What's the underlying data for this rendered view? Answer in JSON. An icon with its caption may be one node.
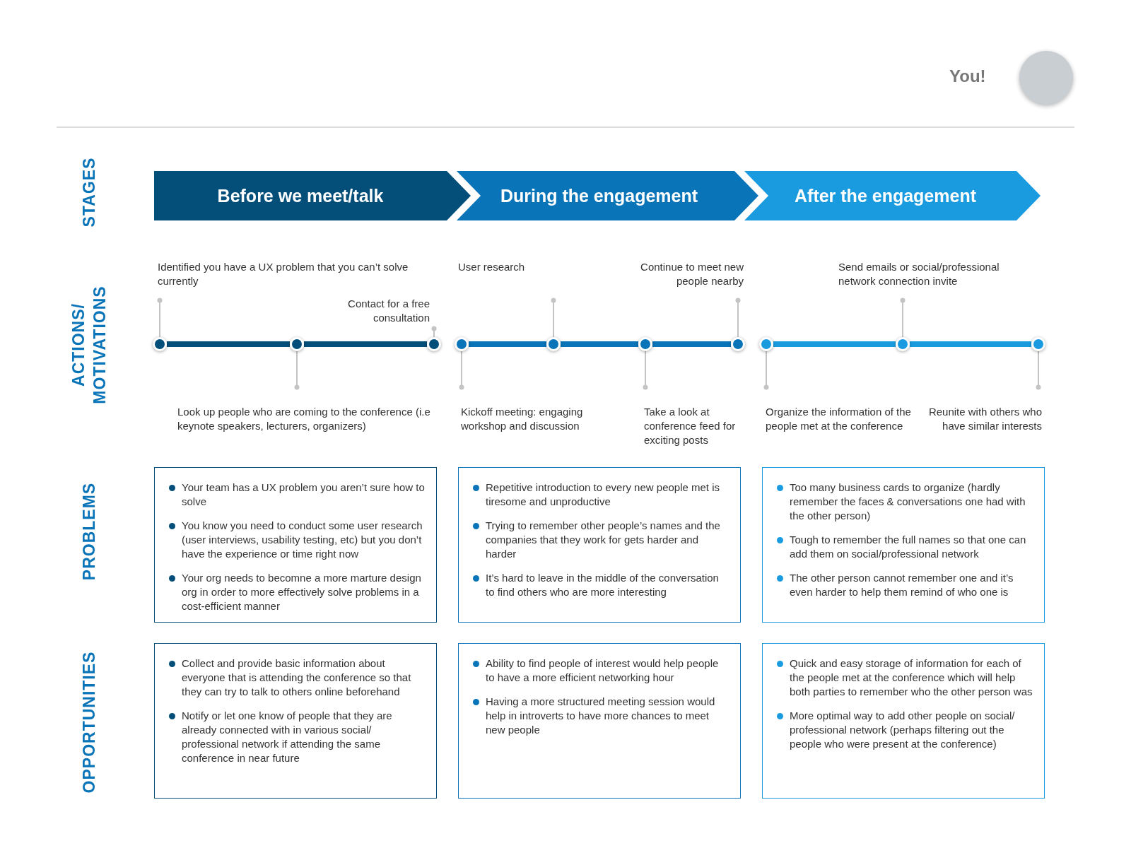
{
  "diagram": {
    "nodes": [
      {
        "text": [
          "Before we meet/talk"
        ]
      },
      {
        "text": [
          "During the engagement"
        ]
      },
      {
        "text": [
          "After the engagement"
        ]
      },
      {
        "text": [
          "Identified you have a UX problem that you can’t solve currently"
        ]
      },
      {
        "text": [
          "Look up people who are coming to the conference (i.e keynote speakers, lecturers, organizers)"
        ]
      },
      {
        "text": [
          "Contact for a free consultation"
        ]
      },
      {
        "text": [
          "Kickoff meeting: engaging workshop and discussion"
        ]
      },
      {
        "text": [
          "User research"
        ]
      },
      {
        "text": [
          "Take a look at conference feed for exciting posts"
        ]
      },
      {
        "text": [
          "Continue to meet new people nearby"
        ]
      },
      {
        "text": [
          "Organize the information of the people met at the conference"
        ]
      },
      {
        "text": [
          "Send emails or social/professional network connection invite"
        ]
      },
      {
        "text": [
          "Reunite with others who have similar interests"
        ]
      },
      {
        "text": [],
        "shape": "circle"
      },
      {
        "text": [],
        "shape": "circle"
      },
      {
        "text": [],
        "shape": "circle"
      },
      {
        "text": [],
        "shape": "circle"
      },
      {
        "text": [],
        "shape": "circle"
      },
      {
        "text": [],
        "shape": "circle"
      },
      {
        "text": [],
        "shape": "circle"
      },
      {
        "text": [],
        "shape": "circle"
      },
      {
        "text": [],
        "shape": "circle"
      },
      {
        "text": [],
        "shape": "circle"
      },
      {
        "text": [
          "Your team has a UX problem you aren’t sure how to solve",
          "You know you need to conduct some user research (user interviews, usability testing, etc) but you don’t have the experience or time right now",
          "Your org needs to becomne a more marture design org in order to more effectively solve problems in a cost-efficient manner"
        ]
      },
      {
        "text": [
          "Repetitive introduction to every new people met is tiresome and unproductive",
          "Trying to remember other people’s names and the companies that they work for gets harder and harder",
          "It’s hard to leave in the middle of the conversation to find others who are more interesting"
        ]
      },
      {
        "text": [
          "Too many business cards to organize (hardly remember the faces & conversations one had with the other person)",
          "Tough to remember the full names so that one can add them on social/professional network",
          "The other person cannot remember one and it’s even harder to help them remind of who one is"
        ]
      },
      {
        "text": [
          "Collect and provide basic information about everyone that is attending the conference so that they can try to talk to others online beforehand",
          "Notify or let one know of people that they are already connected with in various social/ professional network if attending the same conference in near future"
        ]
      },
      {
        "text": [
          "Ability to find people of interest would help people to have a more efficient networking hour",
          "Having a more structured meeting session would help in introverts to have more chances to meet new people"
        ]
      },
      {
        "text": [
          "Quick and easy storage of information for each of the people met at the conference which will help both parties to remember who the other person was",
          "More optimal way to add other people on social/ professional network (perhaps filtering out the people who were present at the conference)"
        ]
      }
    ],
    "edges": [
      {
        "from": 0,
        "to": 1,
        "arrow": "to",
        "color": "#034f7a"
      },
      {
        "from": 1,
        "to": 2,
        "arrow": "to",
        "color": "#0a74b8"
      },
      {
        "from": 3,
        "to": 13,
        "arrow": "other"
      },
      {
        "from": 4,
        "to": 14,
        "arrow": "other"
      },
      {
        "from": 5,
        "to": 15,
        "arrow": "other"
      },
      {
        "from": 6,
        "to": 16,
        "arrow": "other"
      },
      {
        "from": 7,
        "to": 17,
        "arrow": "other"
      },
      {
        "from": 8,
        "to": 18,
        "arrow": "other"
      },
      {
        "from": 9,
        "to": 19,
        "arrow": "other"
      },
      {
        "from": 10,
        "to": 20,
        "arrow": "other"
      },
      {
        "from": 11,
        "to": 21,
        "arrow": "other"
      },
      {
        "from": 12,
        "to": 22,
        "arrow": "other"
      },
      {
        "from": 13,
        "to": 14,
        "arrow": "none",
        "style": "thick",
        "color": "#034f7a"
      },
      {
        "from": 14,
        "to": 15,
        "arrow": "none",
        "style": "thick",
        "color": "#034f7a"
      },
      {
        "from": 16,
        "to": 17,
        "arrow": "none",
        "style": "thick",
        "color": "#0a74b8"
      },
      {
        "from": 17,
        "to": 18,
        "arrow": "none",
        "style": "thick",
        "color": "#0a74b8"
      },
      {
        "from": 18,
        "to": 19,
        "arrow": "none",
        "style": "thick",
        "color": "#0a74b8"
      },
      {
        "from": 20,
        "to": 21,
        "arrow": "none",
        "style": "thick",
        "color": "#1a9be0"
      },
      {
        "from": 21,
        "to": 22,
        "arrow": "none",
        "style": "thick",
        "color": "#1a9be0"
      }
    ],
    "labels": [
      "You!",
      "STAGES",
      "ACTIONS/ MOTIVATIONS",
      "PROBLEMS",
      "OPPORTUNITIES"
    ]
  }
}
